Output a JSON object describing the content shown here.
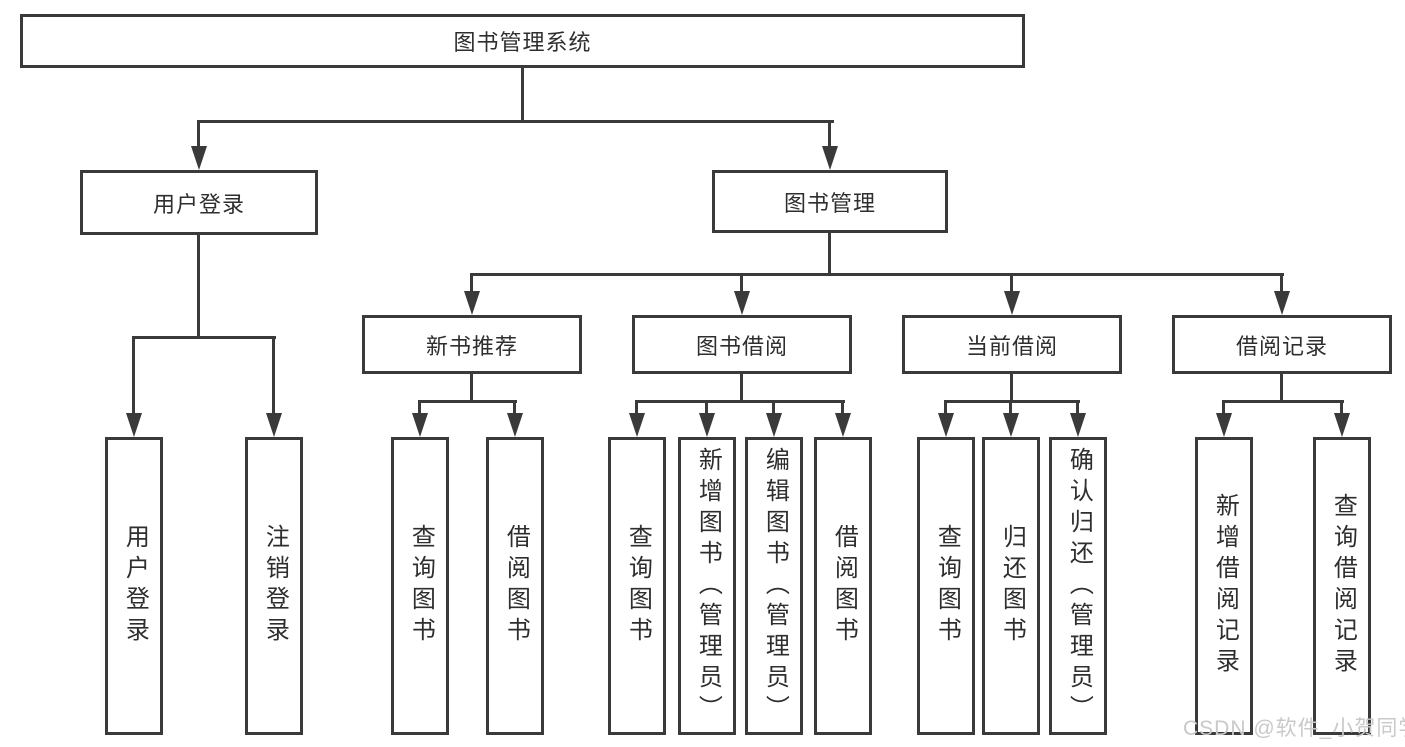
{
  "tree": {
    "root": {
      "label": "图书管理系统",
      "children": [
        {
          "label": "用户登录",
          "children": [
            {
              "label": "用户登录"
            },
            {
              "label": "注销登录"
            }
          ]
        },
        {
          "label": "图书管理",
          "children": [
            {
              "label": "新书推荐",
              "children": [
                {
                  "label": "查询图书"
                },
                {
                  "label": "借阅图书"
                }
              ]
            },
            {
              "label": "图书借阅",
              "children": [
                {
                  "label": "查询图书"
                },
                {
                  "label": "新增图书（管理员）"
                },
                {
                  "label": "编辑图书（管理员）"
                },
                {
                  "label": "借阅图书"
                }
              ]
            },
            {
              "label": "当前借阅",
              "children": [
                {
                  "label": "查询图书"
                },
                {
                  "label": "归还图书"
                },
                {
                  "label": "确认归还（管理员）"
                }
              ]
            },
            {
              "label": "借阅记录",
              "children": [
                {
                  "label": "新增借阅记录"
                },
                {
                  "label": "查询借阅记录"
                }
              ]
            }
          ]
        }
      ]
    }
  },
  "watermark": {
    "text": "CSDN @软件_小贺同学"
  },
  "colors": {
    "line": "#3a3a3a",
    "text": "#2e2e2e",
    "box_bg": "#ffffff",
    "watermark": "#c9c9c9"
  }
}
